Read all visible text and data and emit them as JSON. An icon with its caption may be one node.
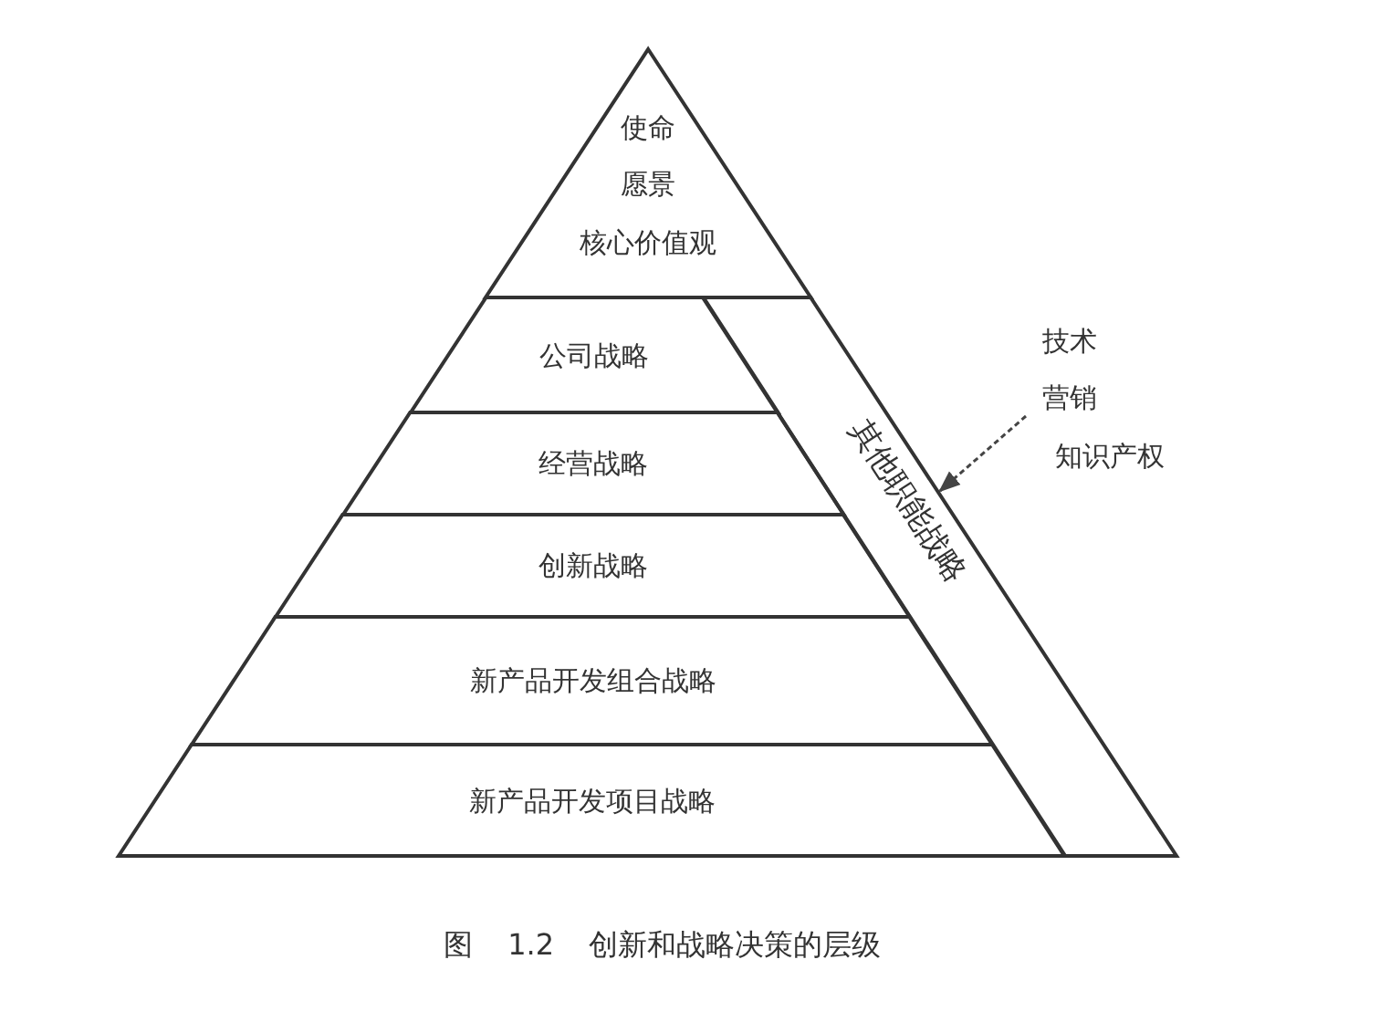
{
  "diagram": {
    "caption": "图 1.2 创新和战略决策的层级",
    "nodes": [
      {
        "text": [
          "使命",
          "愿景",
          "核心价值观"
        ]
      },
      {
        "text": [
          "公司战略"
        ]
      },
      {
        "text": [
          "经营战略"
        ]
      },
      {
        "text": [
          "创新战略"
        ]
      },
      {
        "text": [
          "新产品开发组合战略"
        ]
      },
      {
        "text": [
          "新产品开发项目战略"
        ]
      },
      {
        "text": [
          "其他职能战略"
        ]
      },
      {
        "text": [
          "技术",
          "营销",
          "知识产权"
        ]
      }
    ],
    "edges": [
      {
        "from": 7,
        "to": 6,
        "arrow": "to",
        "style": "dashed"
      }
    ]
  }
}
